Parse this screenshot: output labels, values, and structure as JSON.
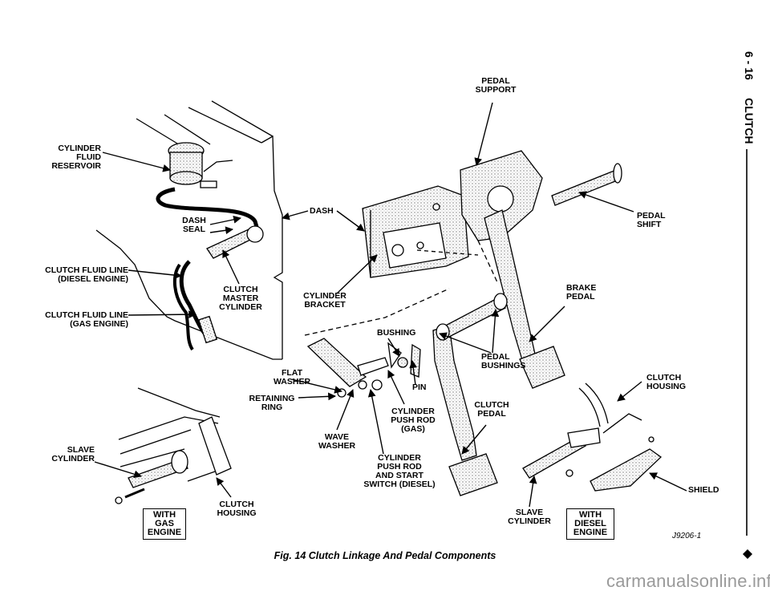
{
  "header": {
    "page_number": "6 - 16",
    "section": "CLUTCH"
  },
  "labels": {
    "cylinder_fluid_reservoir": "CYLINDER\nFLUID\nRESERVOIR",
    "dash_seal": "DASH\nSEAL",
    "clutch_fluid_line_diesel": "CLUTCH FLUID LINE\n(DIESEL ENGINE)",
    "clutch_fluid_line_gas": "CLUTCH FLUID LINE\n(GAS ENGINE)",
    "clutch_master_cylinder": "CLUTCH\nMASTER\nCYLINDER",
    "dash": "DASH",
    "pedal_support": "PEDAL\nSUPPORT",
    "pedal_shift": "PEDAL\nSHIFT",
    "cylinder_bracket": "CYLINDER\nBRACKET",
    "brake_pedal": "BRAKE\nPEDAL",
    "bushing": "BUSHING",
    "pedal_bushings": "PEDAL\nBUSHINGS",
    "flat_washer": "FLAT\nWASHER",
    "pin": "PIN",
    "retaining_ring": "RETAINING\nRING",
    "cylinder_push_rod_gas": "CYLINDER\nPUSH ROD\n(GAS)",
    "clutch_pedal": "CLUTCH\nPEDAL",
    "clutch_housing_right": "CLUTCH\nHOUSING",
    "wave_washer": "WAVE\nWASHER",
    "cylinder_push_rod_diesel": "CYLINDER\nPUSH ROD\nAND START\nSWITCH (DIESEL)",
    "slave_cylinder_left": "SLAVE\nCYLINDER",
    "clutch_housing_left": "CLUTCH\nHOUSING",
    "slave_cylinder_right": "SLAVE\nCYLINDER",
    "shield": "SHIELD"
  },
  "boxes": {
    "with_gas_engine": "WITH\nGAS\nENGINE",
    "with_diesel_engine": "WITH\nDIESEL\nENGINE"
  },
  "figure_code": "J9206-1",
  "caption": "Fig. 14 Clutch Linkage And Pedal Components",
  "watermark": "carmanualsonline.info",
  "icons": {
    "end_mark": "diamond-icon"
  }
}
